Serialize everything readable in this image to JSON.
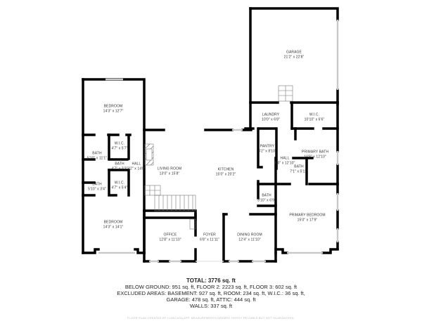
{
  "rooms": {
    "garage": {
      "name": "GARAGE",
      "dims": "21'2\" x 22'8\""
    },
    "laundry": {
      "name": "LAUNDRY",
      "dims": "10'0\" x 6'8\""
    },
    "wic_primary": {
      "name": "W.I.C.",
      "dims": "10'10\" x 6'6\""
    },
    "pantry": {
      "name": "PANTRY",
      "dims": "4'2\" x 8'10\""
    },
    "hall_right": {
      "name": "HALL",
      "dims": "6'0\" x 12'10\""
    },
    "primary_bath": {
      "name": "PRIMARY BATH",
      "dims": "10'8\" x 12'10\""
    },
    "bath_primary_small": {
      "name": "BATH",
      "dims": "7'1\" x 5'11\""
    },
    "bath_kitchen": {
      "name": "BATH",
      "dims": "3'10\" x 6'9\""
    },
    "primary_bedroom": {
      "name": "PRIMARY BEDROOM",
      "dims": "15'0\" x 17'9\""
    },
    "bedroom_top": {
      "name": "BEDROOM",
      "dims": "14'3\" x 12'7\""
    },
    "wic_top": {
      "name": "W.I.C.",
      "dims": "4'7\" x 5'7\""
    },
    "bath_left_top": {
      "name": "BATH",
      "dims": "5'10\" x 11'1\""
    },
    "bath_middle": {
      "name": "BATH",
      "dims": "4'7\" x 3'2\""
    },
    "hall_left": {
      "name": "HALL",
      "dims": "3'2\" x 14'8\""
    },
    "bath_left_bottom": {
      "name": "BATH",
      "dims": "5'10\" x 3'4\""
    },
    "wic_bottom": {
      "name": "W.I.C.",
      "dims": "4'7\" x 5'4\""
    },
    "bedroom_bottom": {
      "name": "BEDROOM",
      "dims": "14'3\" x 14'1\""
    },
    "living_room": {
      "name": "LIVING ROOM",
      "dims": "13'0\" x 15'8\""
    },
    "kitchen": {
      "name": "KITCHEN",
      "dims": "15'0\" x 20'2\""
    },
    "office": {
      "name": "OFFICE",
      "dims": "12'8\" x 11'10\""
    },
    "foyer": {
      "name": "FOYER",
      "dims": "6'8\" x 11'11\""
    },
    "dining_room": {
      "name": "DINING ROOM",
      "dims": "12'4\" x 11'10\""
    }
  },
  "footer": {
    "total": "TOTAL: 3776 sq. ft",
    "line1": "BELOW GROUND: 951 sq. ft, FLOOR 2: 2223 sq. ft, FLOOR 3: 602 sq. ft",
    "line2": "EXCLUDED AREAS: BASEMENT: 927 sq. ft, ROOM: 234 sq. ft, W.I.C.: 36 sq. ft,",
    "line3": "GARAGE: 478 sq. ft, ATTIC: 444 sq. ft",
    "line4": "WALLS: 337 sq. ft",
    "disclaimer": "FLOOR PLAN CREATED BY CUBICASA APP. MEASUREMENTS DEEMED HIGHLY RELIABLE BUT NOT GUARANTEED."
  },
  "colors": {
    "wall": "#000000",
    "window": "#d0d0d0",
    "background": "#ffffff",
    "label": "#333333"
  }
}
